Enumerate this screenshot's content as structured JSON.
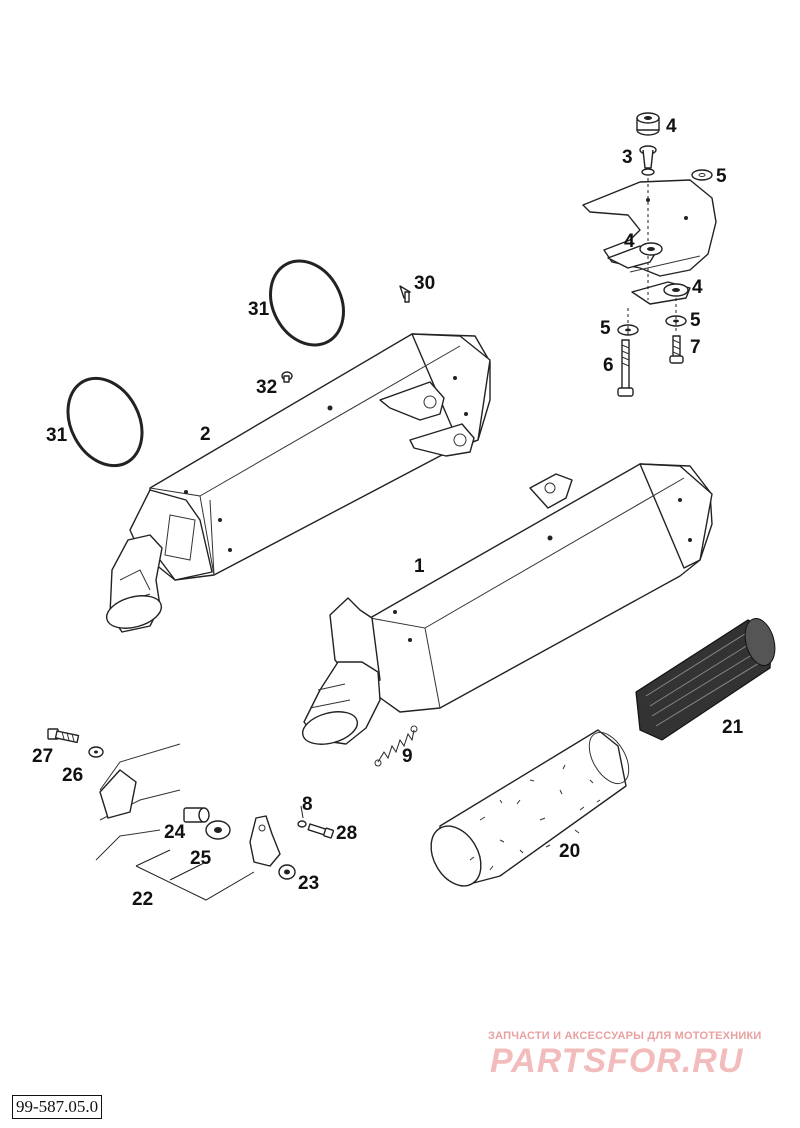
{
  "drawing_code": "99-587.05.0",
  "watermark": {
    "caption": "ЗАПЧАСТИ И АКСЕССУАРЫ ДЛЯ МОТОТЕХНИКИ",
    "logo": "PARTSFOR.RU"
  },
  "callouts": {
    "c1": "1",
    "c2": "2",
    "c3": "3",
    "c4a": "4",
    "c4b": "4",
    "c4c": "4",
    "c5a": "5",
    "c5b": "5",
    "c5c": "5",
    "c6": "6",
    "c7": "7",
    "c8": "8",
    "c9": "9",
    "c20": "20",
    "c21": "21",
    "c22": "22",
    "c23": "23",
    "c24": "24",
    "c25": "25",
    "c26": "26",
    "c27": "27",
    "c28": "28",
    "c30": "30",
    "c31a": "31",
    "c31b": "31",
    "c32": "32"
  }
}
